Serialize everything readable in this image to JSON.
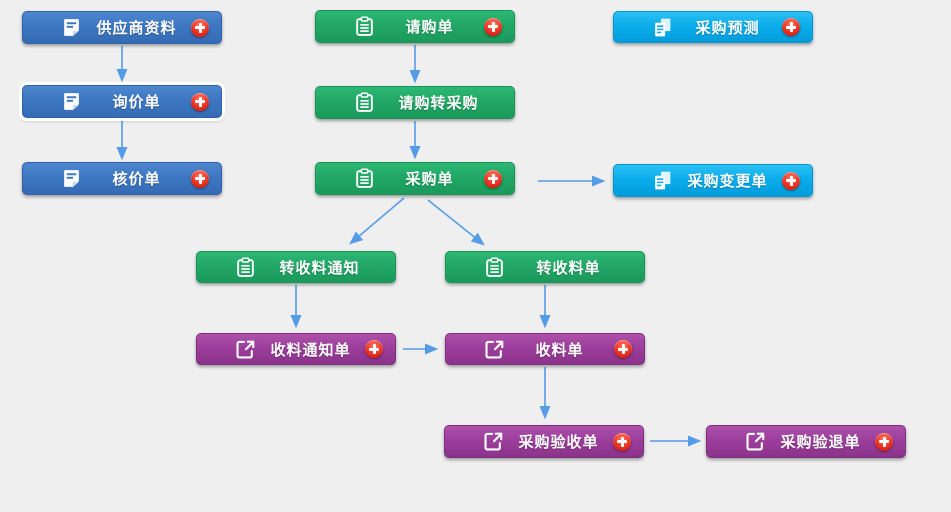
{
  "diagram_title": "purchase-module-flowchart",
  "colors": {
    "background": "#efeff0",
    "node_blue": "#3d77c2",
    "node_green": "#22a766",
    "node_cyan": "#0badea",
    "node_purple": "#9c3e9c",
    "badge_red": "#e02b20",
    "arrow_blue": "#559ce8",
    "text": "#ffffff"
  },
  "nodes": [
    {
      "id": "supplier-info",
      "label": "供应商资料",
      "color": "blue",
      "icon": "document-lines-icon",
      "badge": true,
      "selected": false
    },
    {
      "id": "inquiry-form",
      "label": "询价单",
      "color": "blue",
      "icon": "document-lines-icon",
      "badge": true,
      "selected": true
    },
    {
      "id": "price-verification",
      "label": "核价单",
      "color": "blue",
      "icon": "document-lines-icon",
      "badge": true,
      "selected": false
    },
    {
      "id": "purchase-requisition",
      "label": "请购单",
      "color": "green",
      "icon": "clipboard-icon",
      "badge": true,
      "selected": false
    },
    {
      "id": "requisition-to-purchase",
      "label": "请购转采购",
      "color": "green",
      "icon": "clipboard-icon",
      "badge": false,
      "selected": false
    },
    {
      "id": "purchase-order",
      "label": "采购单",
      "color": "green",
      "icon": "clipboard-icon",
      "badge": true,
      "selected": false
    },
    {
      "id": "purchase-forecast",
      "label": "采购预测",
      "color": "cyan",
      "icon": "copy-documents-icon",
      "badge": true,
      "selected": false
    },
    {
      "id": "purchase-change-order",
      "label": "采购变更单",
      "color": "cyan",
      "icon": "copy-documents-icon",
      "badge": true,
      "selected": false
    },
    {
      "id": "to-receiving-notice",
      "label": "转收料通知",
      "color": "green",
      "icon": "clipboard-icon",
      "badge": false,
      "selected": false
    },
    {
      "id": "to-receiving-slip",
      "label": "转收料单",
      "color": "green",
      "icon": "clipboard-icon",
      "badge": false,
      "selected": false
    },
    {
      "id": "receiving-notice",
      "label": "收料通知单",
      "color": "purple",
      "icon": "external-link-icon",
      "badge": true,
      "selected": false
    },
    {
      "id": "receiving-slip",
      "label": "收料单",
      "color": "purple",
      "icon": "external-link-icon",
      "badge": true,
      "selected": false
    },
    {
      "id": "purchase-acceptance",
      "label": "采购验收单",
      "color": "purple",
      "icon": "external-link-icon",
      "badge": true,
      "selected": false
    },
    {
      "id": "purchase-return",
      "label": "采购验退单",
      "color": "purple",
      "icon": "external-link-icon",
      "badge": true,
      "selected": false
    }
  ],
  "connections": [
    {
      "from": "supplier-info",
      "to": "inquiry-form"
    },
    {
      "from": "inquiry-form",
      "to": "price-verification"
    },
    {
      "from": "purchase-requisition",
      "to": "requisition-to-purchase"
    },
    {
      "from": "requisition-to-purchase",
      "to": "purchase-order"
    },
    {
      "from": "purchase-order",
      "to": "purchase-change-order"
    },
    {
      "from": "purchase-order",
      "to": "to-receiving-notice"
    },
    {
      "from": "purchase-order",
      "to": "to-receiving-slip"
    },
    {
      "from": "to-receiving-notice",
      "to": "receiving-notice"
    },
    {
      "from": "to-receiving-slip",
      "to": "receiving-slip"
    },
    {
      "from": "receiving-notice",
      "to": "receiving-slip"
    },
    {
      "from": "receiving-slip",
      "to": "purchase-acceptance"
    },
    {
      "from": "purchase-acceptance",
      "to": "purchase-return"
    }
  ]
}
